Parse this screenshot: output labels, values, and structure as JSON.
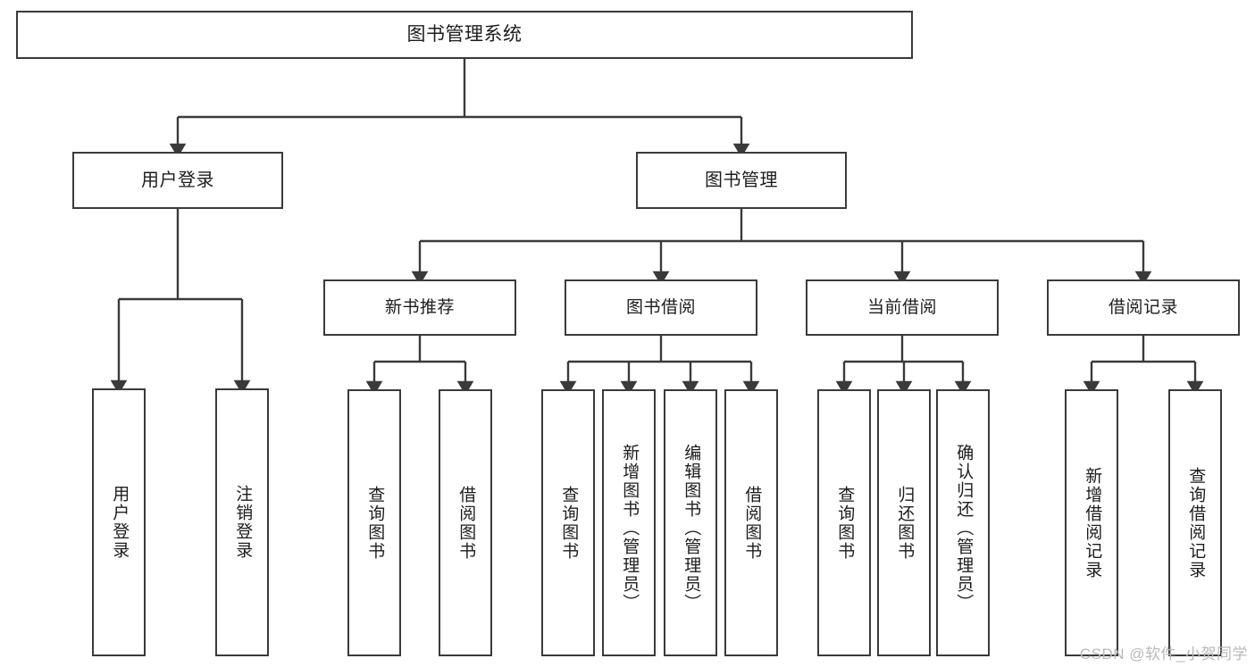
{
  "diagram": {
    "title": "图书管理系统",
    "type": "tree",
    "watermark": "CSDN @软件_小贺同学",
    "root": {
      "id": "root",
      "label": "图书管理系统"
    },
    "level1": [
      {
        "id": "user-login",
        "label": "用户登录"
      },
      {
        "id": "book-manage",
        "label": "图书管理"
      }
    ],
    "level2": [
      {
        "id": "new-book-rec",
        "label": "新书推荐",
        "parent": "book-manage"
      },
      {
        "id": "book-borrow",
        "label": "图书借阅",
        "parent": "book-manage"
      },
      {
        "id": "current-borrow",
        "label": "当前借阅",
        "parent": "book-manage"
      },
      {
        "id": "borrow-record",
        "label": "借阅记录",
        "parent": "book-manage"
      }
    ],
    "leaves": {
      "user_login": [
        {
          "id": "leaf-user-login",
          "label": "用户登录"
        },
        {
          "id": "leaf-logout",
          "label": "注销登录"
        }
      ],
      "new_book_rec": [
        {
          "id": "leaf-query-book-1",
          "label": "查询图书"
        },
        {
          "id": "leaf-borrow-book-1",
          "label": "借阅图书"
        }
      ],
      "book_borrow": [
        {
          "id": "leaf-query-book-2",
          "label": "查询图书"
        },
        {
          "id": "leaf-add-book",
          "label": "新增图书（管理员）"
        },
        {
          "id": "leaf-edit-book",
          "label": "编辑图书（管理员）"
        },
        {
          "id": "leaf-borrow-book-2",
          "label": "借阅图书"
        }
      ],
      "current_borrow": [
        {
          "id": "leaf-query-book-3",
          "label": "查询图书"
        },
        {
          "id": "leaf-return-book",
          "label": "归还图书"
        },
        {
          "id": "leaf-confirm-return",
          "label": "确认归还（管理员）"
        }
      ],
      "borrow_record": [
        {
          "id": "leaf-add-record",
          "label": "新增借阅记录"
        },
        {
          "id": "leaf-query-record",
          "label": "查询借阅记录"
        }
      ]
    },
    "colors": {
      "box_border": "#3a3a3a",
      "box_fill": "#ffffff",
      "connector": "#3a3a3a",
      "text": "#1d1d1d",
      "watermark": "#b9b9b9",
      "background": "#ffffff"
    }
  }
}
